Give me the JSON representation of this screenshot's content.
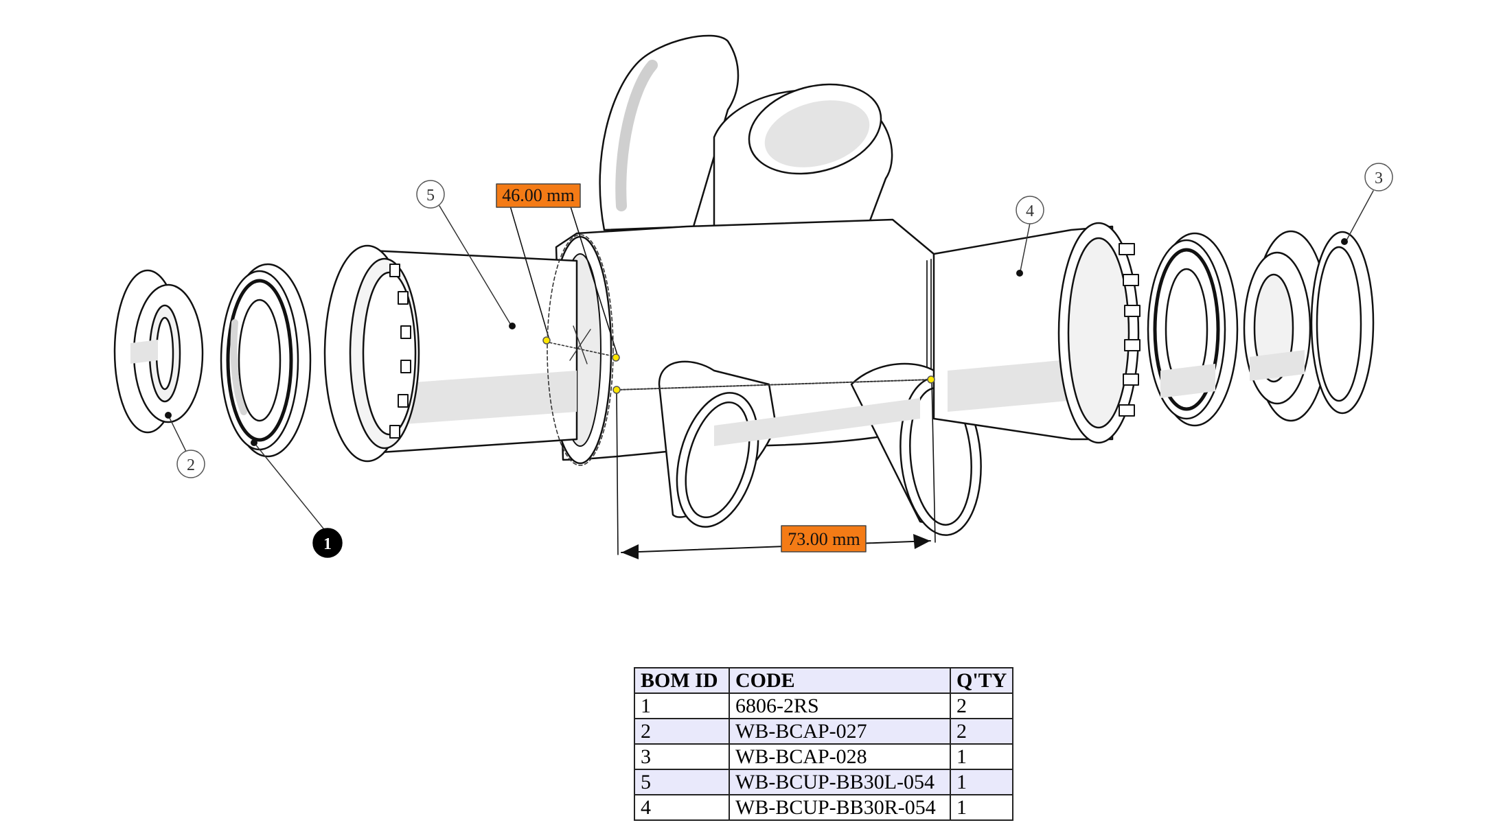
{
  "dimensions": {
    "diameter": "46.00 mm",
    "width": "73.00 mm"
  },
  "balloons": {
    "b1": "1",
    "b2": "2",
    "b3": "3",
    "b4": "4",
    "b5": "5"
  },
  "bom": {
    "headers": [
      "BOM ID",
      "CODE",
      "Q'TY"
    ],
    "rows": [
      {
        "id": "1",
        "code": "6806-2RS",
        "qty": "2"
      },
      {
        "id": "2",
        "code": "WB-BCAP-027",
        "qty": "2"
      },
      {
        "id": "3",
        "code": "WB-BCAP-028",
        "qty": "1"
      },
      {
        "id": "5",
        "code": "WB-BCUP-BB30L-054",
        "qty": "1"
      },
      {
        "id": "4",
        "code": "WB-BCUP-BB30R-054",
        "qty": "1"
      }
    ]
  },
  "colors": {
    "dimension_label": "#f47b16",
    "bom_alt_row": "#e9e9fb",
    "shade": "#e4e4e4",
    "handle": "#ffe600"
  }
}
